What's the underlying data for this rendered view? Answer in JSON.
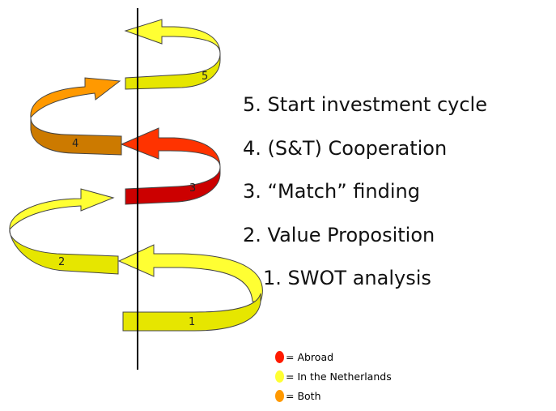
{
  "steps": [
    {
      "number": "5.",
      "label": "Start investment cycle"
    },
    {
      "number": "4.",
      "label": "(S&T) Cooperation"
    },
    {
      "number": "3.",
      "label": "“Match” finding"
    },
    {
      "number": "2.",
      "label": "Value Proposition"
    },
    {
      "number": "1.",
      "label": "SWOT analysis"
    }
  ],
  "spiral_labels": {
    "s1": "1",
    "s2": "2",
    "s3": "3",
    "s4": "4",
    "s5": "5"
  },
  "legend": [
    {
      "color": "#ff1a00",
      "label": "= Abroad"
    },
    {
      "color": "#ffff33",
      "label": "= In the Netherlands"
    },
    {
      "color": "#ff9900",
      "label": "= Both"
    }
  ],
  "colors": {
    "yellow_front": "#e6e600",
    "yellow_back": "#ffff33",
    "orange_back": "#ff9900",
    "orange_front": "#cc7a00",
    "red_back": "#ff3300",
    "red_front": "#cc0000",
    "axis": "#000000"
  }
}
